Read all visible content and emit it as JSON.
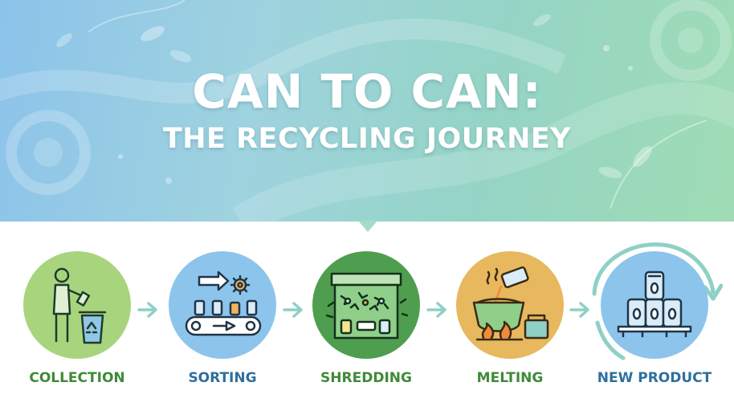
{
  "title": {
    "line1": "CAN TO CAN:",
    "line2": "THE RECYCLING JOURNEY"
  },
  "colors": {
    "collection": "#a8d47e",
    "sorting": "#8dc4ec",
    "shredding": "#4f9e4f",
    "melting": "#e7b85d",
    "new_product": "#8dc4ec",
    "label_green": "#3f8a38",
    "label_blue": "#2e6f9e",
    "arrow": "#8fd0c6"
  },
  "steps": [
    {
      "label": "COLLECTION",
      "icon": "person-recycling-bin-icon"
    },
    {
      "label": "SORTING",
      "icon": "conveyor-belt-icon"
    },
    {
      "label": "SHREDDING",
      "icon": "shredder-icon"
    },
    {
      "label": "MELTING",
      "icon": "melting-pot-icon"
    },
    {
      "label": "NEW PRODUCT",
      "icon": "stacked-cans-icon"
    }
  ]
}
